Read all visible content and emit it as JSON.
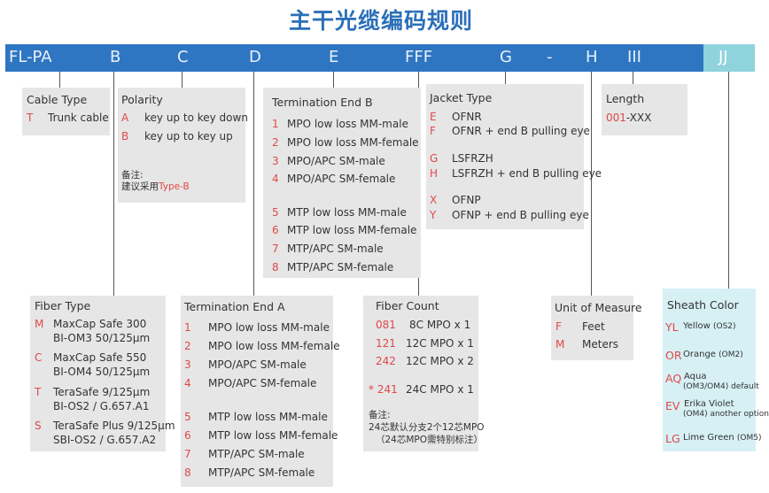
{
  "title": "主干光缆编码规则",
  "code": {
    "fl_pa": "FL-PA",
    "b": "B",
    "c": "C",
    "d": "D",
    "e": "E",
    "fff": "FFF",
    "g": "G",
    "dash": "-",
    "h": "H",
    "iii": "III",
    "jj": "JJ"
  },
  "cable_type": {
    "title": "Cable Type",
    "items": [
      {
        "code": "T",
        "label": "Trunk cable"
      }
    ]
  },
  "polarity": {
    "title": "Polarity",
    "items": [
      {
        "code": "A",
        "label": "key up to key down"
      },
      {
        "code": "B",
        "label": "key up to key up"
      }
    ],
    "note_label": "备注:",
    "note_text": "建议采用",
    "note_highlight": "Type-B"
  },
  "termination_b": {
    "title": "Termination End B",
    "items": [
      {
        "code": "1",
        "label": "MPO low loss MM-male"
      },
      {
        "code": "2",
        "label": "MPO low loss MM-female"
      },
      {
        "code": "3",
        "label": "MPO/APC SM-male"
      },
      {
        "code": "4",
        "label": "MPO/APC SM-female"
      },
      {
        "code": "5",
        "label": "MTP low loss MM-male"
      },
      {
        "code": "6",
        "label": "MTP low loss MM-female"
      },
      {
        "code": "7",
        "label": "MTP/APC SM-male"
      },
      {
        "code": "8",
        "label": "MTP/APC SM-female"
      }
    ]
  },
  "jacket_type": {
    "title": "Jacket Type",
    "items": [
      {
        "code": "E",
        "label": "OFNR"
      },
      {
        "code": "F",
        "label": "OFNR + end B pulling eye"
      },
      {
        "code": "G",
        "label": "LSFRZH"
      },
      {
        "code": "H",
        "label": "LSFRZH + end B pulling eye"
      },
      {
        "code": "X",
        "label": "OFNP"
      },
      {
        "code": "Y",
        "label": "OFNP + end B pulling eye"
      }
    ]
  },
  "length": {
    "title": "Length",
    "code_a": "001",
    "code_b": "-XXX"
  },
  "fiber_type": {
    "title": "Fiber Type",
    "items": [
      {
        "code": "M",
        "line1": "MaxCap Safe 300",
        "line2": "BI-OM3 50/125μm"
      },
      {
        "code": "C",
        "line1": "MaxCap Safe 550",
        "line2": "BI-OM4 50/125μm"
      },
      {
        "code": "T",
        "line1": "TeraSafe 9/125μm",
        "line2": "BI-OS2 / G.657.A1"
      },
      {
        "code": "S",
        "line1": "TeraSafe Plus  9/125μm",
        "line2": "SBI-OS2 / G.657.A2"
      }
    ]
  },
  "termination_a": {
    "title": "Termination End A",
    "items": [
      {
        "code": "1",
        "label": "MPO low loss MM-male"
      },
      {
        "code": "2",
        "label": "MPO low loss MM-female"
      },
      {
        "code": "3",
        "label": "MPO/APC SM-male"
      },
      {
        "code": "4",
        "label": "MPO/APC SM-female"
      },
      {
        "code": "5",
        "label": "MTP low loss MM-male"
      },
      {
        "code": "6",
        "label": "MTP low loss MM-female"
      },
      {
        "code": "7",
        "label": "MTP/APC SM-male"
      },
      {
        "code": "8",
        "label": "MTP/APC SM-female"
      }
    ]
  },
  "fiber_count": {
    "title": "Fiber Count",
    "items": [
      {
        "code": "081",
        "label": "8C MPO x 1"
      },
      {
        "code": "121",
        "label": "12C MPO x 1"
      },
      {
        "code": "242",
        "label": "12C MPO x 2"
      },
      {
        "code": "* 241",
        "label": "24C MPO x 1"
      }
    ],
    "note_label": "备注:",
    "note_line1": "24芯默认分支2个12芯MPO",
    "note_line2": "（24芯MPO需特别标注）"
  },
  "unit_of_measure": {
    "title": "Unit of Measure",
    "items": [
      {
        "code": "F",
        "label": "Feet"
      },
      {
        "code": "M",
        "label": "Meters"
      }
    ]
  },
  "sheath_color": {
    "title": "Sheath Color",
    "items": [
      {
        "code": "YL",
        "label": "Yellow",
        "sub": "(OS2)"
      },
      {
        "code": "OR",
        "label": "Orange",
        "sub": "(OM2)"
      },
      {
        "code": "AQ",
        "label": "Aqua",
        "sub": "(OM3/OM4) default"
      },
      {
        "code": "EV",
        "label": "Erika Violet",
        "sub": "(OM4) another option"
      },
      {
        "code": "LG",
        "label": "Lime Green",
        "sub": "(OM5)"
      }
    ]
  },
  "colors": {
    "title": "#2b6fb8",
    "bar": "#2f76c2",
    "bar_jj": "#8fd3dd",
    "code_red": "#e0484a",
    "box": "#e6e6e6",
    "box_teal": "#d6f0f4"
  }
}
